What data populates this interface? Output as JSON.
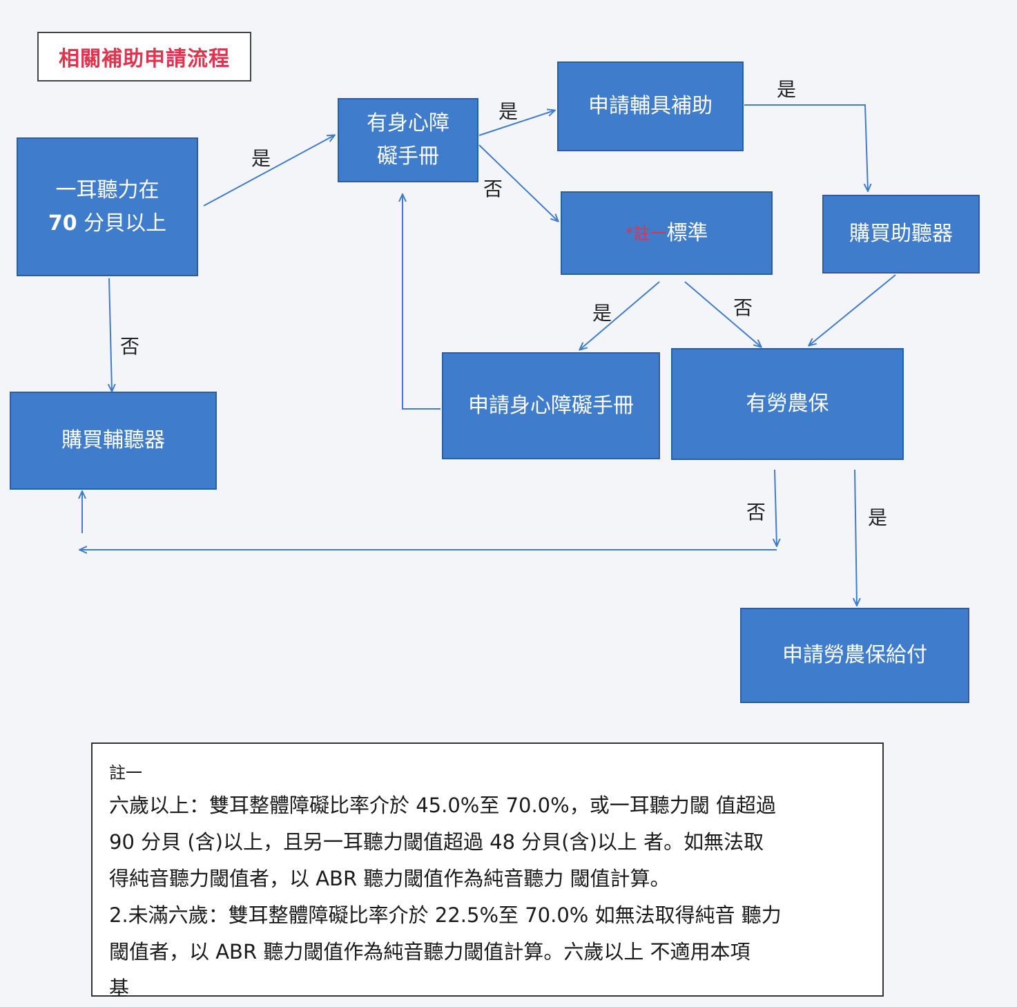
{
  "title": "相關補助申請流程",
  "nodes": {
    "hearing_70": {
      "line1": "一耳聽力在",
      "num": "70",
      "line2": " 分貝以上"
    },
    "has_disability_card": {
      "line1": "有身心障",
      "line2": "礙手冊"
    },
    "apply_aid_subsidy": {
      "label": "申請輔具補助"
    },
    "note1_standard": {
      "prefix": "*註一",
      "label": "標準"
    },
    "buy_hearing_aid": {
      "label": "購買助聽器"
    },
    "buy_assistive_device": {
      "label": "購買輔聽器"
    },
    "apply_disability_card": {
      "label": "申請身心障礙手冊"
    },
    "has_labor_farmer_insurance": {
      "label": "有勞農保"
    },
    "apply_insurance_benefit": {
      "label": "申請勞農保給付"
    }
  },
  "edge_labels": {
    "yes": "是",
    "no": "否"
  },
  "note": {
    "heading": "註一",
    "lines": [
      "六歲以上：雙耳整體障礙比率介於 45.0%至 70.0%，或一耳聽力閾 值超過",
      "90 分貝 (含)以上，且另一耳聽力閾值超過 48 分貝(含)以上 者。如無法取",
      "得純音聽力閾值者，以 ABR 聽力閾值作為純音聽力 閾值計算。",
      "2.未滿六歲：雙耳整體障礙比率介於 22.5%至 70.0% 如無法取得純音 聽力",
      "閾值者，以 ABR 聽力閾值作為純音聽力閾值計算。六歲以上 不適用本項",
      "基"
    ]
  },
  "colors": {
    "node_fill": "#3f7ccb",
    "edge": "#3f7ccb",
    "title_text": "#e0334d"
  }
}
